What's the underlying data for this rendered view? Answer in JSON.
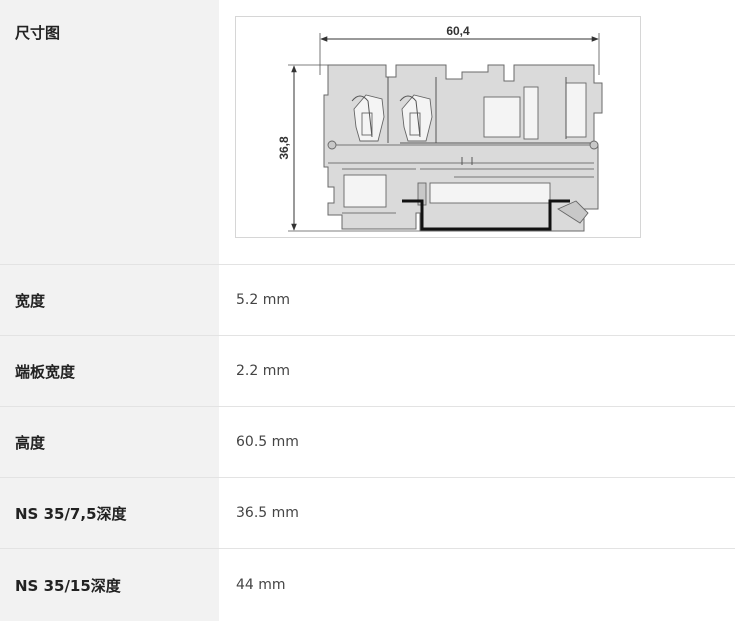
{
  "drawing": {
    "label": "尺寸图",
    "width_dimension": "60,4",
    "height_dimension": "36,8"
  },
  "specs": [
    {
      "label": "宽度",
      "value": "5.2 mm"
    },
    {
      "label": "端板宽度",
      "value": "2.2 mm"
    },
    {
      "label": "高度",
      "value": "60.5 mm"
    },
    {
      "label": "NS 35/7,5深度",
      "value": "36.5 mm"
    },
    {
      "label": "NS 35/15深度",
      "value": "44 mm"
    }
  ]
}
